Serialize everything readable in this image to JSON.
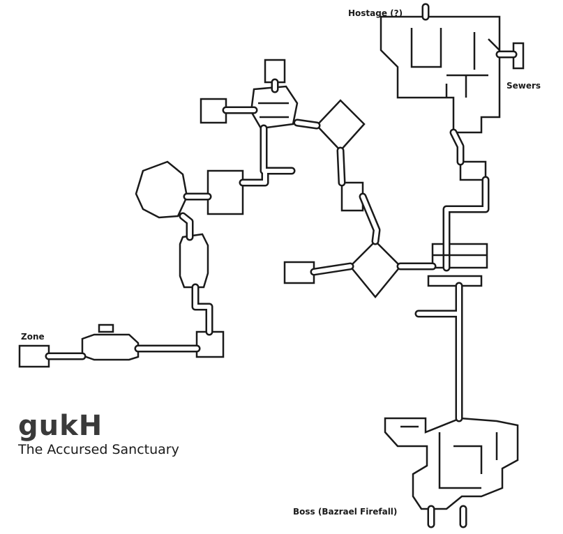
{
  "map": {
    "zone_code": "gukH",
    "zone_name": "The Accursed Sanctuary",
    "labels": {
      "zone": "Zone",
      "hostage": "Hostage (?)",
      "sewers": "Sewers",
      "boss": "Boss (Bazrael Firefall)"
    },
    "colors": {
      "background": "#ffffff",
      "walls": "#1a1a1a"
    }
  }
}
